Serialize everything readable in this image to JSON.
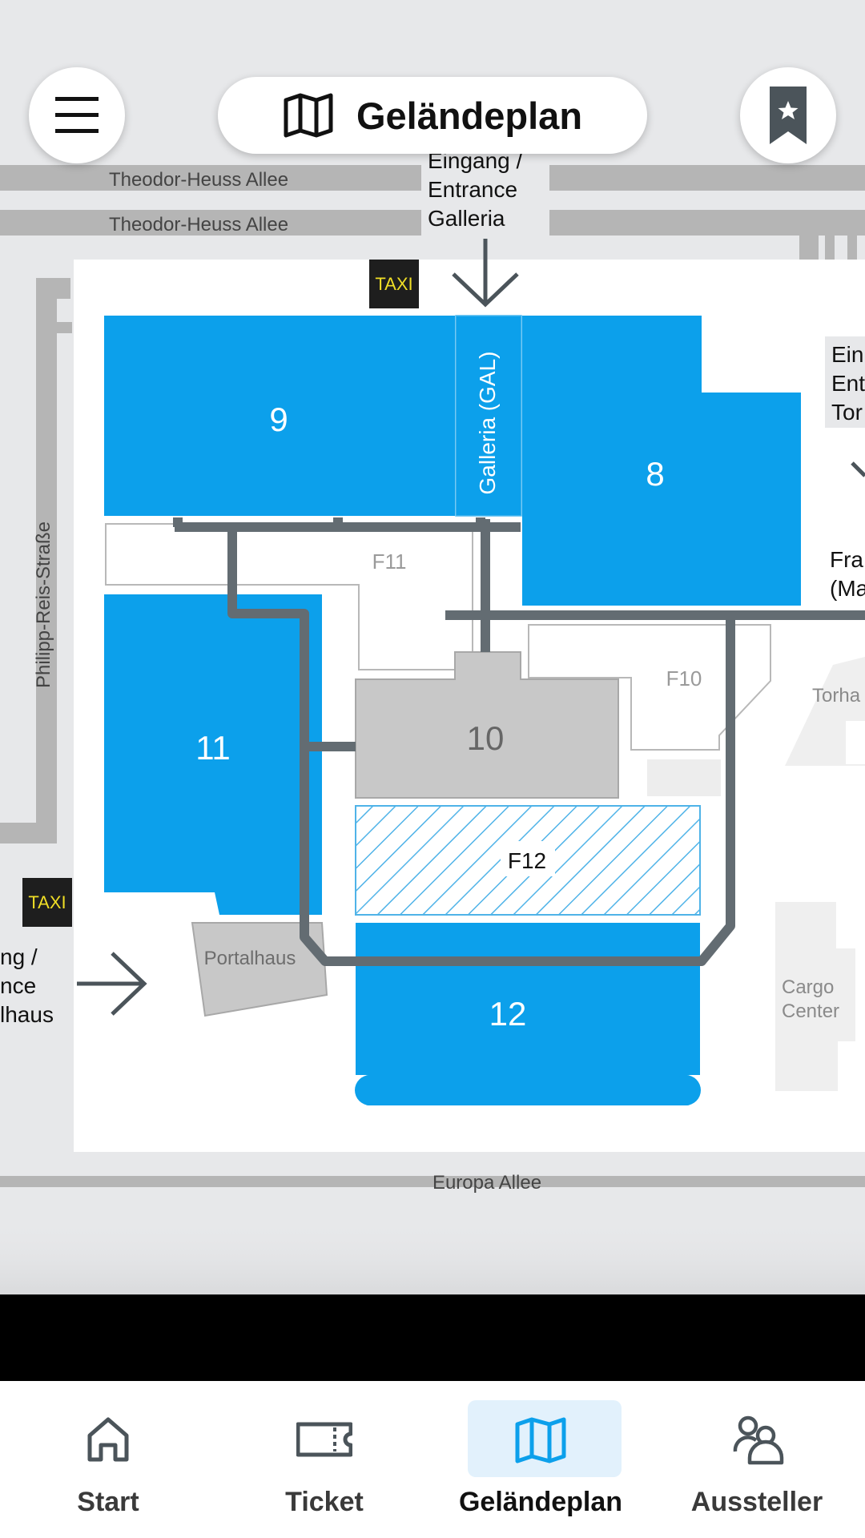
{
  "header": {
    "title": "Geländeplan",
    "menu_icon": "hamburger-icon",
    "map_icon": "map-icon",
    "bookmark_icon": "bookmark-star-icon"
  },
  "map": {
    "streets": {
      "theodor_upper": "Theodor-Heuss Allee",
      "theodor_lower": "Theodor-Heuss Allee",
      "europa": "Europa Allee",
      "philipp": "Philipp-Reis-Straße"
    },
    "entrance_galleria": [
      "Eingang /",
      "Entrance",
      "Galleria"
    ],
    "entrance_portalhaus": [
      "ng /",
      "nce",
      "lhaus"
    ],
    "entrance_torhaus": [
      "Ein",
      "Ent",
      "Tor"
    ],
    "frankfurt_label": [
      "Fra",
      "(Ma"
    ],
    "taxi": "TAXI",
    "halls": {
      "h9": "9",
      "h8": "8",
      "h11": "11",
      "h10": "10",
      "h12": "12",
      "galleria": "Galleria (GAL)",
      "f10": "F10",
      "f11": "F11",
      "f12": "F12",
      "portalhaus": "Portalhaus",
      "torhaus": "Torha",
      "cargo": [
        "Cargo",
        "Center"
      ]
    },
    "colors": {
      "hall": "#0ca0eb",
      "path": "#636c72",
      "street": "#b5b5b5",
      "grey_building": "#c8c8c8"
    }
  },
  "nav": {
    "items": [
      {
        "label": "Start",
        "icon": "home-icon",
        "active": false
      },
      {
        "label": "Ticket",
        "icon": "ticket-icon",
        "active": false
      },
      {
        "label": "Geländeplan",
        "icon": "map-icon",
        "active": true
      },
      {
        "label": "Aussteller",
        "icon": "exhibitor-icon",
        "active": false
      }
    ]
  }
}
